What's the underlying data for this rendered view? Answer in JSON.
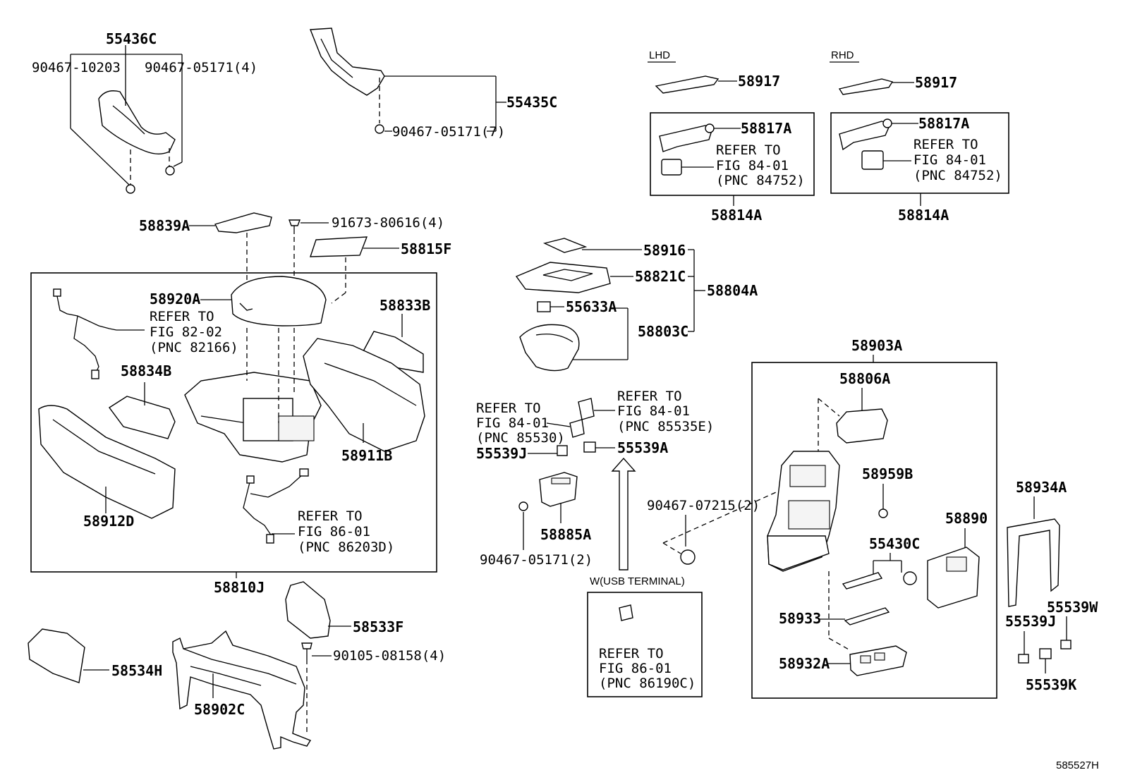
{
  "labels": {
    "p55436C": "55436C",
    "p90467_10203": "90467-10203",
    "p90467_05171_4": "90467-05171(4)",
    "p55435C": "55435C",
    "p90467_05171_7": "90467-05171(7)",
    "lhd": "LHD",
    "rhd": "RHD",
    "p58917_l": "58917",
    "p58917_r": "58917",
    "p58817A_l": "58817A",
    "p58817A_r": "58817A",
    "refer_to_l": "REFER TO",
    "fig_84_01_l": "FIG 84-01",
    "pnc_84752_l": "(PNC 84752)",
    "refer_to_r": "REFER TO",
    "fig_84_01_r": "FIG 84-01",
    "pnc_84752_r": "(PNC 84752)",
    "p58814A_l": "58814A",
    "p58814A_r": "58814A",
    "p58839A": "58839A",
    "p91673_80616_4": "91673-80616(4)",
    "p58815F": "58815F",
    "p58920A": "58920A",
    "refer_82": "REFER TO",
    "fig_82_02": "FIG 82-02",
    "pnc_82166": "(PNC 82166)",
    "p58833B": "58833B",
    "p58834B": "58834B",
    "p58911B": "58911B",
    "p58912D": "58912D",
    "refer_86a": "REFER TO",
    "fig_86_01a": "FIG 86-01",
    "pnc_86203D": "(PNC 86203D)",
    "p58810J": "58810J",
    "p58916": "58916",
    "p58821C": "58821C",
    "p58804A": "58804A",
    "p55633A": "55633A",
    "p58803C": "58803C",
    "refer_85530": "REFER TO",
    "fig_85530": "FIG 84-01",
    "pnc_85530": "(PNC 85530)",
    "refer_85535": "REFER TO",
    "fig_85535": "FIG 84-01",
    "pnc_85535E": "(PNC 85535E)",
    "p55539J_a": "55539J",
    "p55539A": "55539A",
    "p58885A": "58885A",
    "p90467_05171_2": "90467-05171(2)",
    "p90467_07215_2": "90467-07215(2)",
    "usb_terminal": "W(USB TERMINAL)",
    "refer_86b": "REFER TO",
    "fig_86_01b": "FIG 86-01",
    "pnc_86190C": "(PNC 86190C)",
    "p58903A": "58903A",
    "p58806A": "58806A",
    "p58959B": "58959B",
    "p58890": "58890",
    "p55430C": "55430C",
    "p58933": "58933",
    "p58932A": "58932A",
    "p58934A": "58934A",
    "p55539J_b": "55539J",
    "p55539W": "55539W",
    "p55539K": "55539K",
    "p58533F": "58533F",
    "p90105_08158_4": "90105-08158(4)",
    "p58534H": "58534H",
    "p58902C": "58902C",
    "diagram_id": "585527H"
  }
}
